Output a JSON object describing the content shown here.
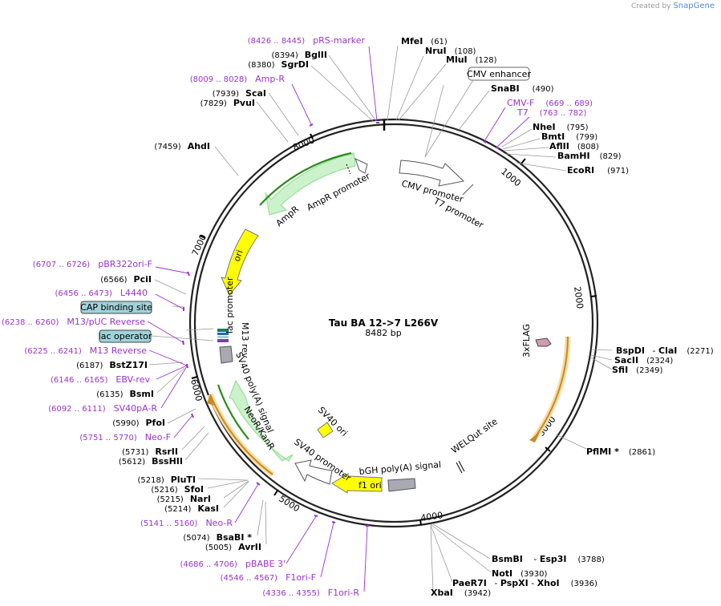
{
  "credit": {
    "prefix": "Created by",
    "brand": "SnapGene"
  },
  "plasmid": {
    "name": "Tau BA 12->7  L266V",
    "size_label": "8482 bp",
    "length": 8482
  },
  "ticks": [
    "1000",
    "2000",
    "3000",
    "4000",
    "5000",
    "6000",
    "7000",
    "8000"
  ],
  "features": [
    {
      "name": "CMV enhancer",
      "boxed": true
    },
    {
      "name": "CMV promoter"
    },
    {
      "name": "T7 promoter"
    },
    {
      "name": "3xFLAG"
    },
    {
      "name": "WELQut site"
    },
    {
      "name": "bGH poly(A) signal"
    },
    {
      "name": "f1 ori"
    },
    {
      "name": "SV40 ori"
    },
    {
      "name": "SV40 promoter"
    },
    {
      "name": "NeoR/KanR"
    },
    {
      "name": "SV40 poly(A) signal"
    },
    {
      "name": "M13 rev"
    },
    {
      "name": "lac promoter"
    },
    {
      "name": "ori"
    },
    {
      "name": "AmpR"
    },
    {
      "name": "AmpR promoter"
    }
  ],
  "labels": [
    {
      "id": "mfei",
      "name": "MfeI",
      "pos": "(61)"
    },
    {
      "id": "nrui",
      "name": "NruI",
      "pos": "(108)"
    },
    {
      "id": "mlui",
      "name": "MluI",
      "pos": "(128)"
    },
    {
      "id": "snabi",
      "name": "SnaBI",
      "pos": "(490)"
    },
    {
      "id": "nhei",
      "name": "NheI",
      "pos": "(795)"
    },
    {
      "id": "bmti",
      "name": "BmtI",
      "pos": "(799)"
    },
    {
      "id": "aflii",
      "name": "AflII",
      "pos": "(808)"
    },
    {
      "id": "bamhi",
      "name": "BamHI",
      "pos": "(829)"
    },
    {
      "id": "ecori",
      "name": "EcoRI",
      "pos": "(971)"
    },
    {
      "id": "bspdi",
      "name": "BspDI",
      "name2": "ClaI",
      "pos": "(2271)"
    },
    {
      "id": "sacii",
      "name": "SacII",
      "pos": "(2324)"
    },
    {
      "id": "sfii",
      "name": "SfiI",
      "pos": "(2349)"
    },
    {
      "id": "pflmi",
      "name": "PflMI *",
      "pos": "(2861)"
    },
    {
      "id": "bsmbi",
      "name": "BsmBI",
      "name2": "Esp3I",
      "pos": "(3788)"
    },
    {
      "id": "noti",
      "name": "NotI",
      "pos": "(3930)"
    },
    {
      "id": "paer7i",
      "name": "PaeR7I",
      "name2": "PspXI",
      "name3": "XhoI",
      "pos": "(3936)"
    },
    {
      "id": "xbai",
      "name": "XbaI",
      "pos": "(3942)"
    },
    {
      "id": "avrii",
      "name": "AvrII",
      "pos": "(5005)"
    },
    {
      "id": "bsabi",
      "name": "BsaBI *",
      "pos": "(5074)"
    },
    {
      "id": "kasi",
      "name": "KasI",
      "pos": "(5214)"
    },
    {
      "id": "nari",
      "name": "NarI",
      "pos": "(5215)"
    },
    {
      "id": "sfoi",
      "name": "SfoI",
      "pos": "(5216)"
    },
    {
      "id": "pluti",
      "name": "PluTI",
      "pos": "(5218)"
    },
    {
      "id": "bsshii",
      "name": "BssHII",
      "pos": "(5612)"
    },
    {
      "id": "rsrii",
      "name": "RsrII",
      "pos": "(5731)"
    },
    {
      "id": "pfoi",
      "name": "PfoI",
      "pos": "(5990)"
    },
    {
      "id": "bsmi",
      "name": "BsmI",
      "pos": "(6135)"
    },
    {
      "id": "bstz17i",
      "name": "BstZ17I",
      "pos": "(6187)"
    },
    {
      "id": "pcii",
      "name": "PciI",
      "pos": "(6566)"
    },
    {
      "id": "ahdi",
      "name": "AhdI",
      "pos": "(7459)"
    },
    {
      "id": "pvui",
      "name": "PvuI",
      "pos": "(7829)"
    },
    {
      "id": "scai",
      "name": "ScaI",
      "pos": "(7939)"
    },
    {
      "id": "sgrdi",
      "name": "SgrDI",
      "pos": "(8380)"
    },
    {
      "id": "bglii",
      "name": "BglII",
      "pos": "(8394)"
    }
  ],
  "primers": [
    {
      "id": "prs",
      "name": "pRS-marker",
      "range": "(8426 .. 8445)"
    },
    {
      "id": "ampr",
      "name": "Amp-R",
      "range": "(8009 .. 8028)"
    },
    {
      "id": "cmvf",
      "name": "CMV-F",
      "range": "(669 .. 689)"
    },
    {
      "id": "t7",
      "name": "T7",
      "range": "(763 .. 782)"
    },
    {
      "id": "pbr",
      "name": "pBR322ori-F",
      "range": "(6707 .. 6726)"
    },
    {
      "id": "l4440",
      "name": "L4440",
      "range": "(6456 .. 6473)"
    },
    {
      "id": "m13puc",
      "name": "M13/pUC Reverse",
      "range": "(6238 .. 6260)"
    },
    {
      "id": "m13rev",
      "name": "M13 Reverse",
      "range": "(6225 .. 6241)"
    },
    {
      "id": "ebv",
      "name": "EBV-rev",
      "range": "(6146 .. 6165)"
    },
    {
      "id": "sv40pa",
      "name": "SV40pA-R",
      "range": "(6092 .. 6111)"
    },
    {
      "id": "neof",
      "name": "Neo-F",
      "range": "(5751 .. 5770)"
    },
    {
      "id": "neor",
      "name": "Neo-R",
      "range": "(5141 .. 5160)"
    },
    {
      "id": "pbabe",
      "name": "pBABE 3'",
      "range": "(4686 .. 4706)"
    },
    {
      "id": "f1orif",
      "name": "F1ori-F",
      "range": "(4546 .. 4567)"
    },
    {
      "id": "f1orir",
      "name": "F1ori-R",
      "range": "(4336 .. 4355)"
    }
  ],
  "boxed_labels": [
    "CAP binding site",
    "lac operator"
  ],
  "colors": {
    "backbone": "#222222",
    "primer": "#9933cc",
    "ori": "#ffff00",
    "resistance": "#ccf2cc",
    "resistance_border": "#99dd99",
    "polyA": "#a9a9b3",
    "promoter": "#ffffff",
    "flag": "#d19bb4",
    "orf_arrow": "#e6a23c",
    "boxed": "#9fd3da"
  }
}
